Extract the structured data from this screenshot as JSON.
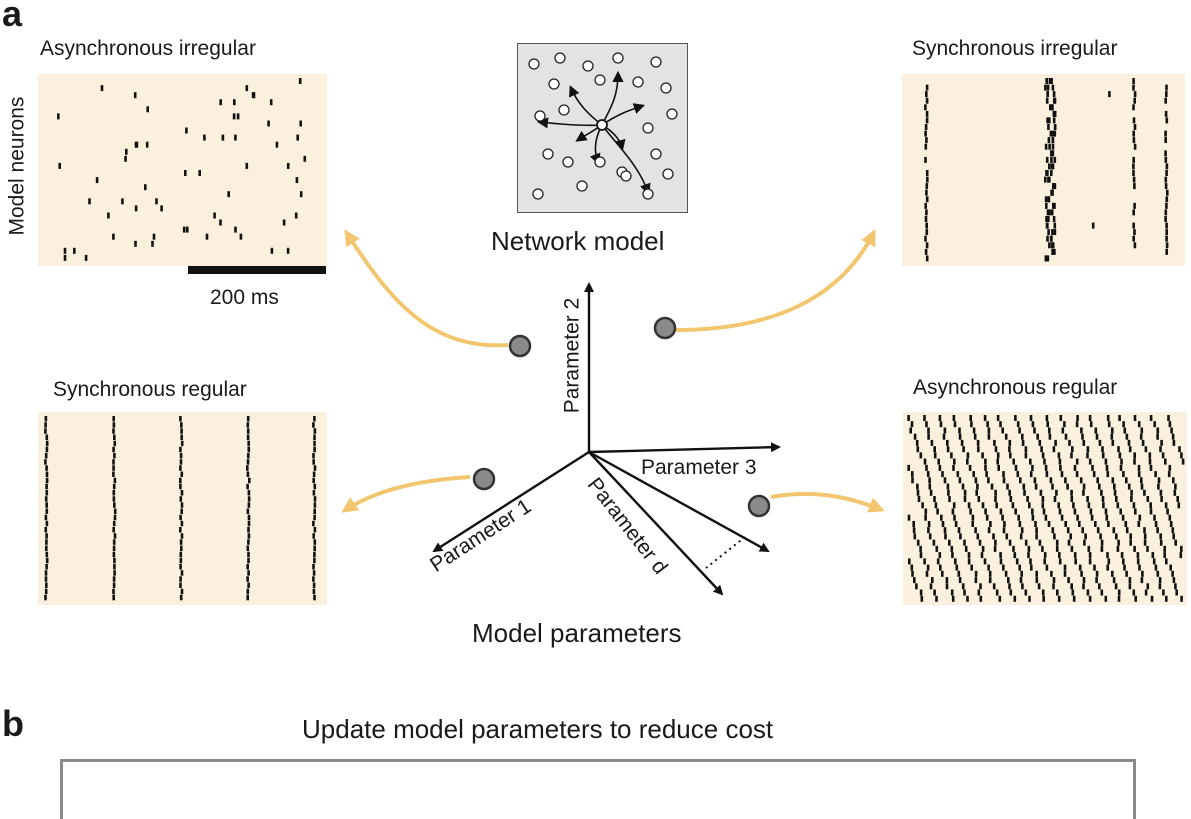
{
  "panel_a": {
    "letter": "a",
    "ylabel": "Model neurons",
    "scale_bar_label": "200 ms",
    "network_title": "Network model",
    "axes_title": "Model parameters",
    "axis_labels": {
      "p2": "Parameter 2",
      "p1": "Parameter 1",
      "p3": "Parameter 3",
      "pd": "Parameter d"
    },
    "states": {
      "async_irregular": "Asynchronous irregular",
      "sync_irregular": "Synchronous irregular",
      "sync_regular": "Synchronous regular",
      "async_regular": "Asynchronous regular"
    }
  },
  "panel_b": {
    "letter": "b",
    "title": "Update model parameters to reduce cost"
  },
  "colors": {
    "raster_bg": "#fbf0dd",
    "arrow": "#f2c66e",
    "dot": "#8a8a8a",
    "network_bg": "#e3e3e3"
  }
}
